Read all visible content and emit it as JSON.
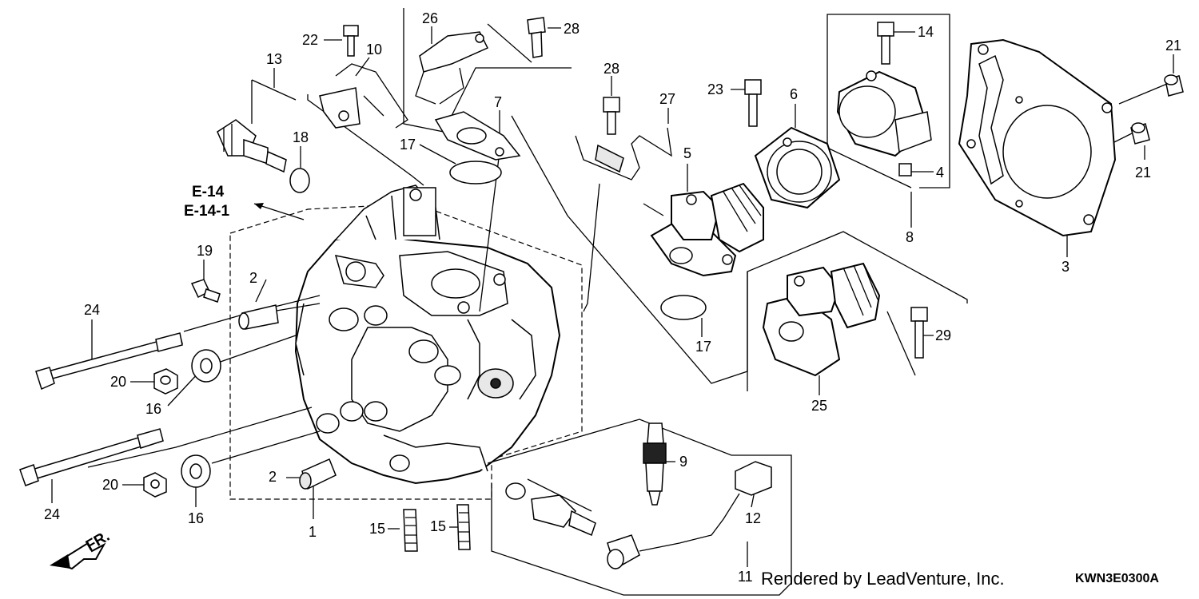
{
  "diagram": {
    "callouts": [
      {
        "id": "c1",
        "text": "1"
      },
      {
        "id": "c2a",
        "text": "2"
      },
      {
        "id": "c2b",
        "text": "2"
      },
      {
        "id": "c3",
        "text": "3"
      },
      {
        "id": "c4",
        "text": "4"
      },
      {
        "id": "c5",
        "text": "5"
      },
      {
        "id": "c6",
        "text": "6"
      },
      {
        "id": "c7",
        "text": "7"
      },
      {
        "id": "c8",
        "text": "8"
      },
      {
        "id": "c9",
        "text": "9"
      },
      {
        "id": "c10",
        "text": "10"
      },
      {
        "id": "c11",
        "text": "11"
      },
      {
        "id": "c12",
        "text": "12"
      },
      {
        "id": "c13",
        "text": "13"
      },
      {
        "id": "c14",
        "text": "14"
      },
      {
        "id": "c15a",
        "text": "15"
      },
      {
        "id": "c15b",
        "text": "15"
      },
      {
        "id": "c16a",
        "text": "16"
      },
      {
        "id": "c16b",
        "text": "16"
      },
      {
        "id": "c17a",
        "text": "17"
      },
      {
        "id": "c17b",
        "text": "17"
      },
      {
        "id": "c18",
        "text": "18"
      },
      {
        "id": "c19",
        "text": "19"
      },
      {
        "id": "c20a",
        "text": "20"
      },
      {
        "id": "c20b",
        "text": "20"
      },
      {
        "id": "c21a",
        "text": "21"
      },
      {
        "id": "c21b",
        "text": "21"
      },
      {
        "id": "c22",
        "text": "22"
      },
      {
        "id": "c23",
        "text": "23"
      },
      {
        "id": "c24a",
        "text": "24"
      },
      {
        "id": "c24b",
        "text": "24"
      },
      {
        "id": "c25",
        "text": "25"
      },
      {
        "id": "c26",
        "text": "26"
      },
      {
        "id": "c27",
        "text": "27"
      },
      {
        "id": "c28a",
        "text": "28"
      },
      {
        "id": "c28b",
        "text": "28"
      },
      {
        "id": "c29",
        "text": "29"
      }
    ],
    "references": [
      "E-14",
      "E-14-1"
    ],
    "direction_label": "FR.",
    "credit": "Rendered by LeadVenture, Inc.",
    "diagram_code": "KWN3E0300A"
  }
}
